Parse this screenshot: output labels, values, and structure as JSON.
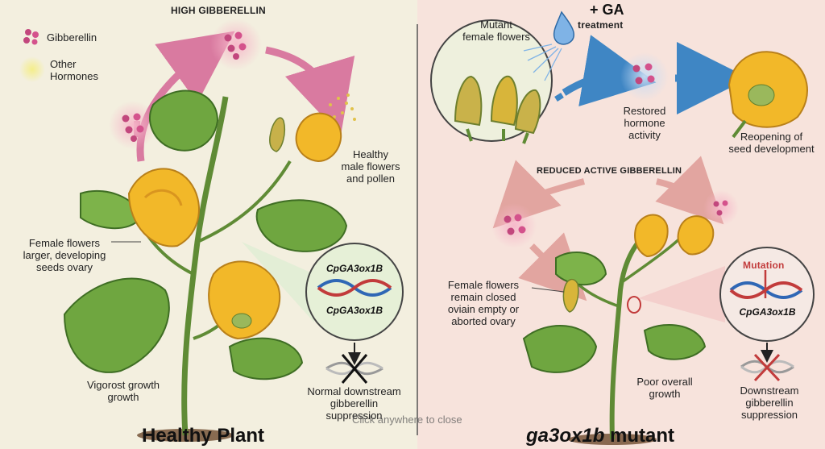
{
  "left_panel": {
    "title": "HIGH GIBBERELLIN",
    "legend": {
      "gibberellin": "Gibberellin",
      "other_hormones_line1": "Other",
      "other_hormones_line2": "Hormones"
    },
    "label_male_flowers": [
      "Healthy",
      "male flowers",
      "and pollen"
    ],
    "label_female_flowers": [
      "Female flowers",
      "larger, developing",
      "seeds ovary"
    ],
    "gene_top": "CpGA3ox1B",
    "gene_bottom": "CpGA3ox1B",
    "label_downstream": [
      "Normal downstream",
      "gibberellin",
      "suppression"
    ],
    "label_growth": [
      "Vigorost growth",
      "growth"
    ],
    "caption": "Healthy Plant"
  },
  "right_panel": {
    "treatment_plus": "+ GA",
    "treatment_word": "treatment",
    "label_mutant_flowers": [
      "Mutant",
      "female flowers"
    ],
    "label_restored": [
      "Restored",
      "hormone",
      "activity"
    ],
    "label_reopening": [
      "Reopening of",
      "seed development"
    ],
    "title": "REDUCED ACTIVE GIBBERELLIN",
    "label_female_closed": [
      "Female flowers",
      "remain closed",
      "oviain empty or",
      "aborted ovary"
    ],
    "mutation_label": "Mutation",
    "gene": "CpGA3ox1B",
    "label_poor_growth": [
      "Poor overall",
      "growth"
    ],
    "label_downstream": [
      "Downstream",
      "gibberellin",
      "suppression"
    ],
    "caption_italic": "ga3ox1b",
    "caption_rest": "mutant"
  },
  "overlay": {
    "close_hint": "Click anywhere to close"
  },
  "colors": {
    "left_bg": "#f3efdf",
    "right_bg": "#f7e3dc",
    "leaf": "#5f9a3b",
    "flower": "#f2b829",
    "pink": "#e07aa8",
    "arrow_pink": "#d97aa0",
    "arrow_blue": "#3f86c4"
  }
}
